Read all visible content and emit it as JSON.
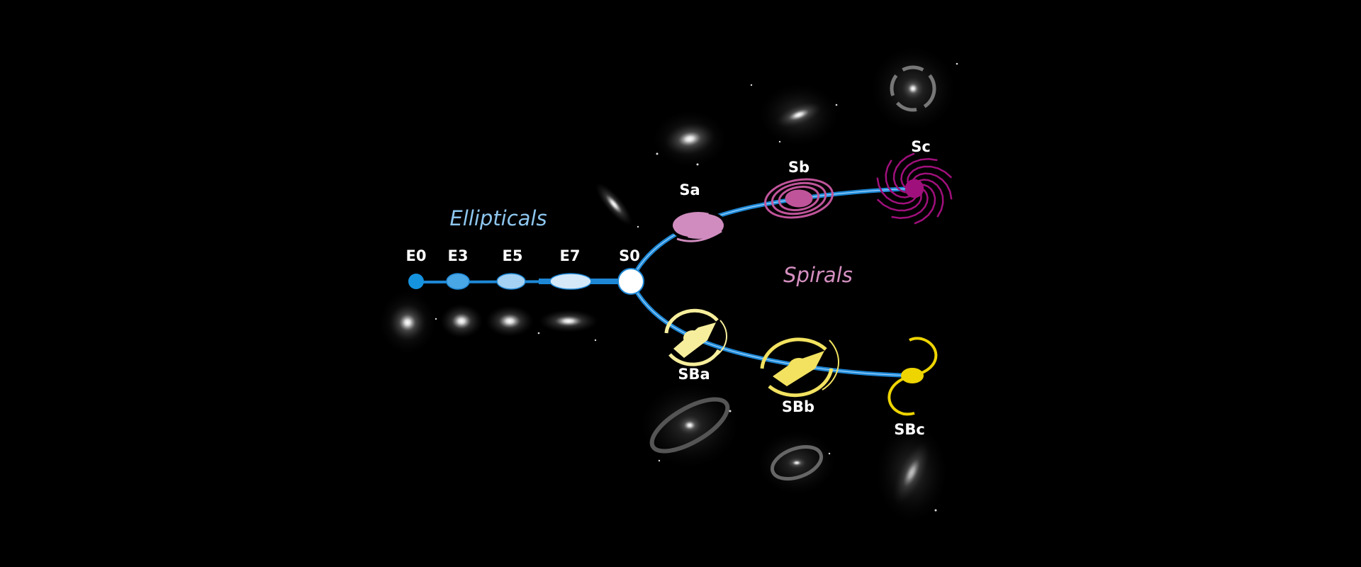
{
  "headings": {
    "ellipticals": "Ellipticals",
    "spirals": "Spirals"
  },
  "classes": {
    "E0": "E0",
    "E3": "E3",
    "E5": "E5",
    "E7": "E7",
    "S0": "S0",
    "Sa": "Sa",
    "Sb": "Sb",
    "Sc": "Sc",
    "SBa": "SBa",
    "SBb": "SBb",
    "SBc": "SBc"
  },
  "colors": {
    "background": "#000000",
    "fork": "#1e88d6",
    "ellipticals_text": "#8ec6ef",
    "spirals_text": "#d58fc0",
    "spiral_sa": "#d08cbf",
    "spiral_sb": "#c0549a",
    "spiral_sc": "#a0107c",
    "barred_a": "#f6ee9c",
    "barred_b": "#f2e260",
    "barred_c": "#eed500"
  }
}
